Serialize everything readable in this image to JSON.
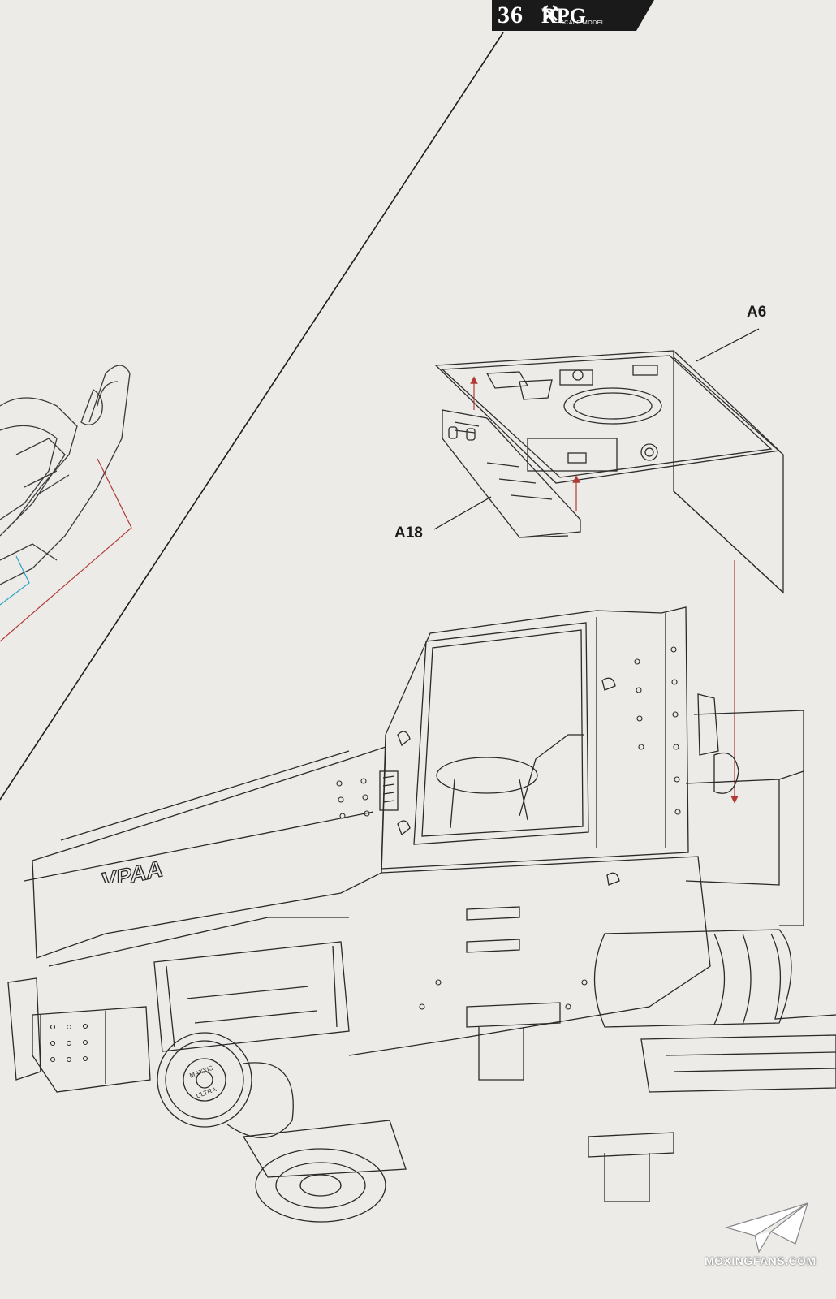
{
  "header": {
    "page_number": "36",
    "brand": "RPG",
    "brand_sub": "SCALE MODEL"
  },
  "parts": {
    "a6": "A6",
    "a18": "A18"
  },
  "vehicle_marking": "VPAA",
  "wheel_hub_text": [
    "MAXXIS",
    "ULTRA"
  ],
  "watermark": "MOXINGFANS.COM",
  "colors": {
    "paper": "#ecebe8",
    "line": "#2a2a2a",
    "assembly_arrow": "#b23a35",
    "callout_cyan": "#2aa3c4",
    "badge": "#1a1a1a"
  },
  "icons": {
    "brand_logo": "crossed-swords-icon",
    "watermark_logo": "paper-plane-icon"
  }
}
